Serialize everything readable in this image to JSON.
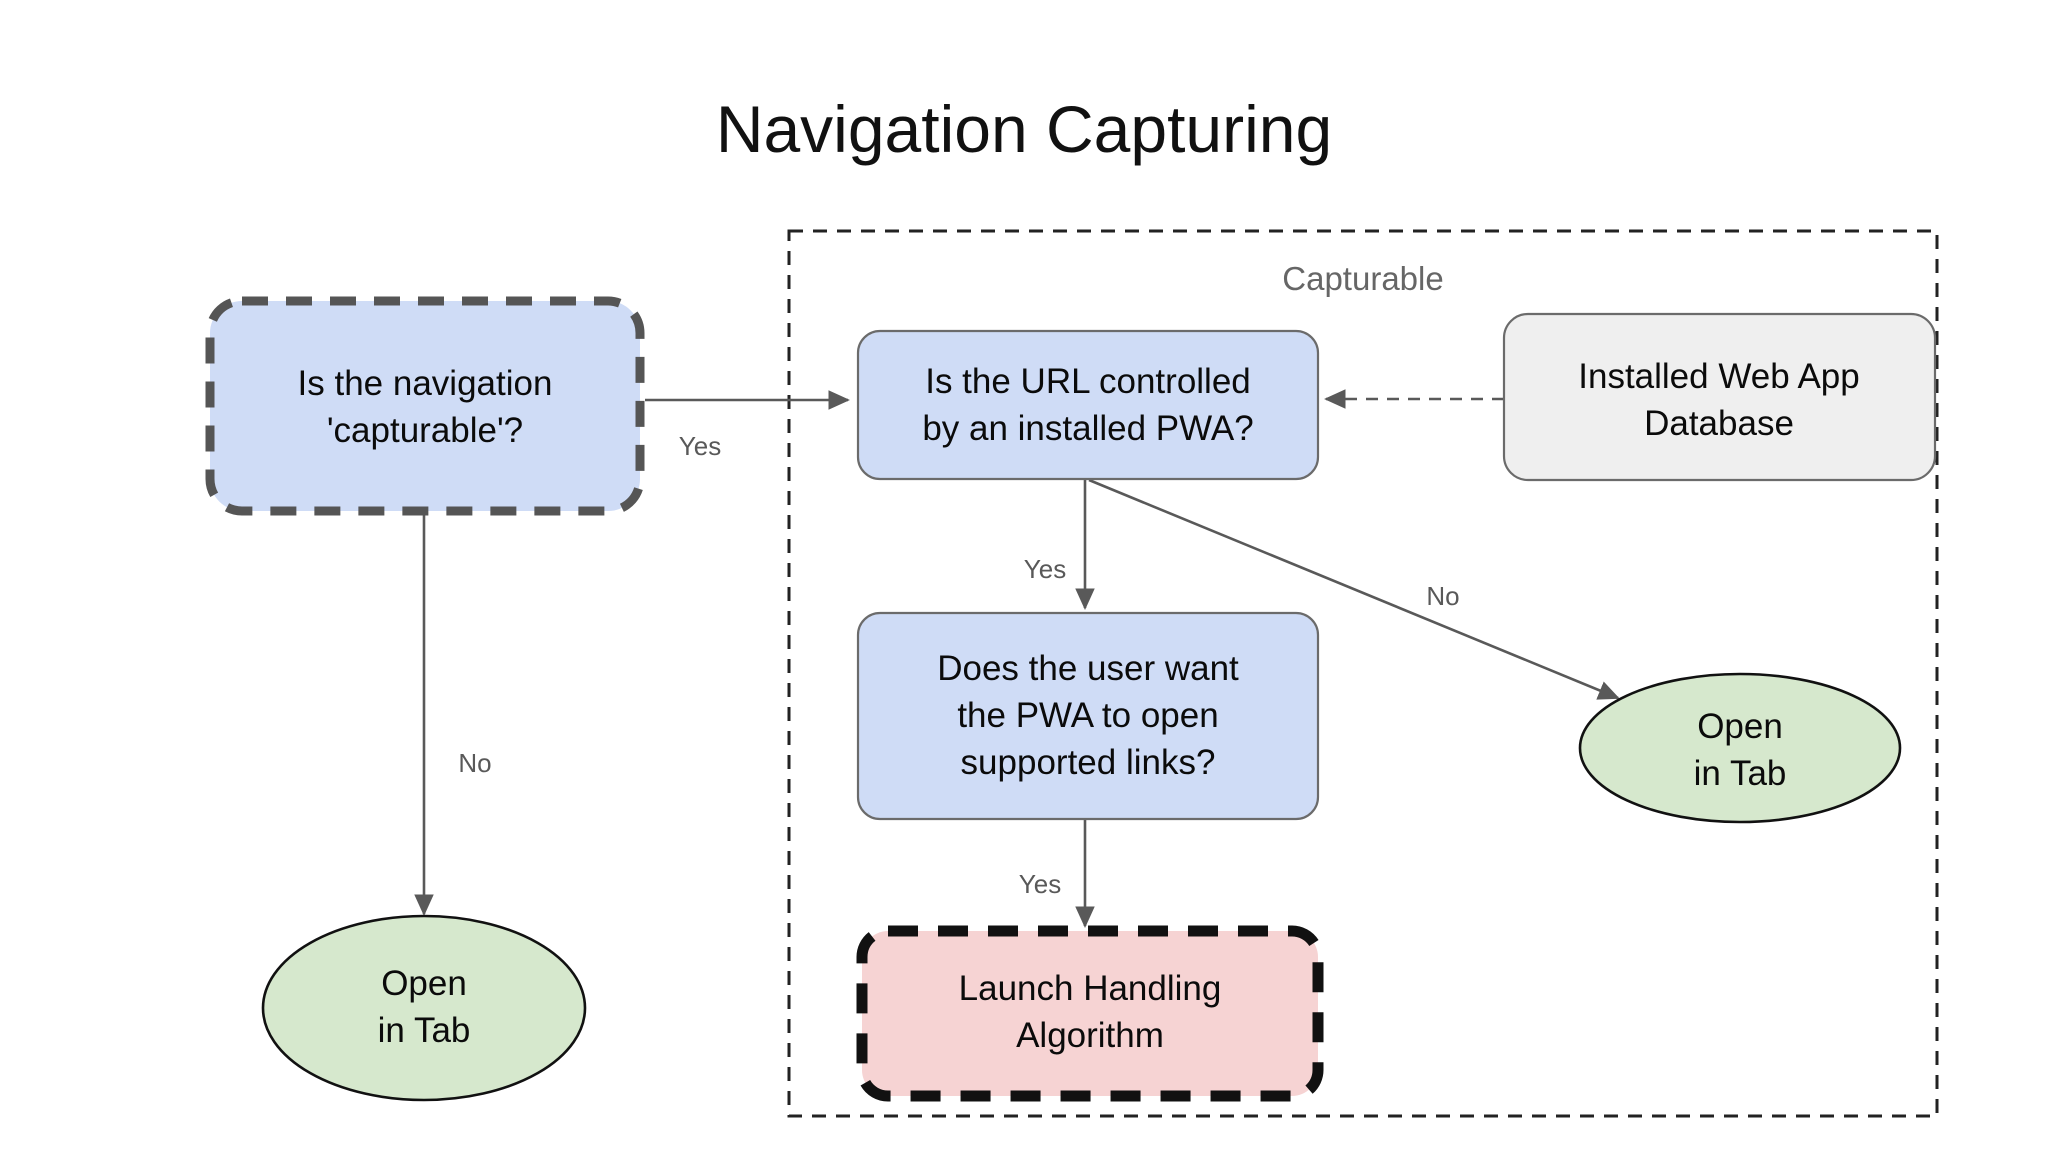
{
  "page": {
    "title": "Navigation Capturing",
    "background_color": "#ffffff"
  },
  "group": {
    "label": "Capturable",
    "border_style": "dashed",
    "border_color": "#222222"
  },
  "palette": {
    "decision_fill": "#cfdcf6",
    "data_fill": "#efefef",
    "terminal_fill": "#d6e8cd",
    "process_fill": "#f6d3d3",
    "edge_color": "#595959",
    "emphasis_border": "#555555",
    "text_color": "#0b0b0b",
    "muted_text": "#666666"
  },
  "nodes": [
    {
      "id": "is-navigation-capturable",
      "shape": "rounded-rect",
      "style": "dashed-gray",
      "fill": "#cfdcf6",
      "lines": [
        "Is the navigation",
        "'capturable'?"
      ]
    },
    {
      "id": "is-url-controlled",
      "shape": "rounded-rect",
      "style": "solid-gray",
      "fill": "#cfdcf6",
      "lines": [
        "Is the URL controlled",
        "by an installed PWA?"
      ]
    },
    {
      "id": "installed-web-app-database",
      "shape": "rounded-rect",
      "style": "solid-gray",
      "fill": "#efefef",
      "lines": [
        "Installed Web App",
        "Database"
      ]
    },
    {
      "id": "does-user-want-pwa",
      "shape": "rounded-rect",
      "style": "solid-gray",
      "fill": "#cfdcf6",
      "lines": [
        "Does the user want",
        "the PWA to open",
        "supported links?"
      ]
    },
    {
      "id": "launch-handling-algorithm",
      "shape": "rounded-rect",
      "style": "dashed-black",
      "fill": "#f6d3d3",
      "lines": [
        "Launch Handling",
        "Algorithm"
      ]
    },
    {
      "id": "open-in-tab-left",
      "shape": "ellipse",
      "style": "solid-black",
      "fill": "#d6e8cd",
      "lines": [
        "Open",
        "in Tab"
      ]
    },
    {
      "id": "open-in-tab-right",
      "shape": "ellipse",
      "style": "solid-black",
      "fill": "#d6e8cd",
      "lines": [
        "Open",
        "in Tab"
      ]
    }
  ],
  "edges": [
    {
      "id": "capturable-yes",
      "from": "is-navigation-capturable",
      "to": "is-url-controlled",
      "label": "Yes",
      "style": "solid"
    },
    {
      "id": "capturable-no",
      "from": "is-navigation-capturable",
      "to": "open-in-tab-left",
      "label": "No",
      "style": "solid"
    },
    {
      "id": "url-yes",
      "from": "is-url-controlled",
      "to": "does-user-want-pwa",
      "label": "Yes",
      "style": "solid"
    },
    {
      "id": "url-no",
      "from": "is-url-controlled",
      "to": "open-in-tab-right",
      "label": "No",
      "style": "solid"
    },
    {
      "id": "user-want-yes",
      "from": "does-user-want-pwa",
      "to": "launch-handling-algorithm",
      "label": "Yes",
      "style": "solid"
    },
    {
      "id": "database-lookup",
      "from": "installed-web-app-database",
      "to": "is-url-controlled",
      "label": "",
      "style": "dashed"
    }
  ]
}
